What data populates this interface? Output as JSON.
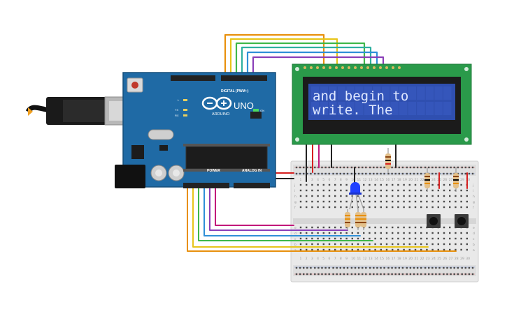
{
  "arduino": {
    "logo": "ARDUINO",
    "model": "UNO",
    "digital_header": "DIGITAL (PWM~)",
    "power_header": "POWER",
    "analog_header": "ANALOG IN",
    "on_label": "ON",
    "led_labels": [
      "L",
      "TX",
      "RX"
    ]
  },
  "lcd": {
    "line1": "and begin to",
    "line2": "write. The",
    "backlight_color": "#2f4fb0",
    "bezel_color": "#1b1b1b",
    "pcb_color": "#2a9a4a"
  },
  "breadboard": {
    "row_letters_top": [
      "j",
      "i",
      "h",
      "g",
      "f"
    ],
    "row_letters_bottom": [
      "e",
      "d",
      "c",
      "b",
      "a"
    ],
    "column_numbers": [
      "1",
      "2",
      "3",
      "4",
      "5",
      "6",
      "7",
      "8",
      "9",
      "10",
      "11",
      "12",
      "13",
      "14",
      "15",
      "16",
      "17",
      "18",
      "19",
      "20",
      "21",
      "22",
      "23",
      "24",
      "25",
      "26",
      "27",
      "28",
      "29",
      "30"
    ]
  },
  "components": {
    "led_color": "#2040ff",
    "pushbuttons": 2,
    "resistors": 5
  },
  "wire_colors": {
    "orange": "#e8900c",
    "yellow": "#e7c51a",
    "green": "#3fb84a",
    "blue": "#2f8fd8",
    "purple": "#8a3fb8",
    "magenta": "#c2187a",
    "red": "#d62020",
    "black": "#222222"
  }
}
